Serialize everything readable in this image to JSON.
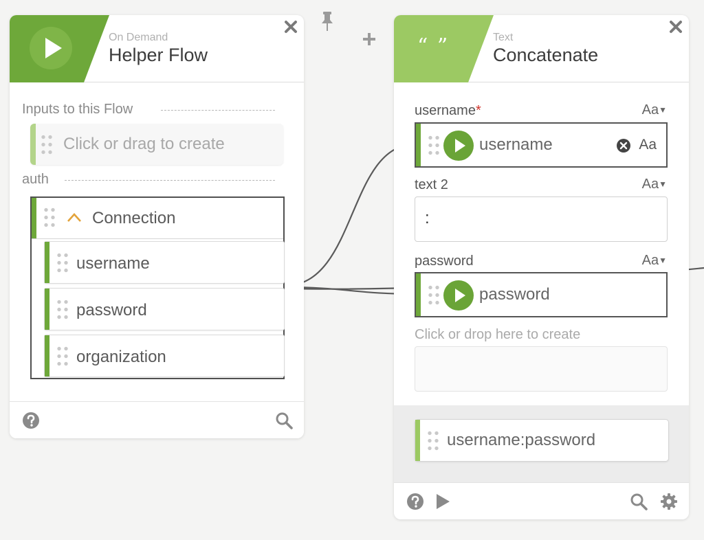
{
  "helper_flow": {
    "subtitle": "On Demand",
    "title": "Helper Flow",
    "inputs_label": "Inputs to this Flow",
    "create_placeholder": "Click or drag to create",
    "auth_label": "auth",
    "connection_label": "Connection",
    "fields": [
      "username",
      "password",
      "organization"
    ]
  },
  "concatenate": {
    "subtitle": "Text",
    "title": "Concatenate",
    "quote_glyph": "“ ”",
    "inputs": [
      {
        "label": "username",
        "required_mark": "*",
        "type_toggle": "Aa",
        "value": "username",
        "value_type": "Aa"
      },
      {
        "label": "text 2",
        "type_toggle": "Aa",
        "value": ":"
      },
      {
        "label": "password",
        "type_toggle": "Aa",
        "value": "password"
      }
    ],
    "drop_hint": "Click or drop here to create",
    "output": "username:password"
  },
  "colors": {
    "brand_green": "#6ea83a",
    "light_green": "#9cc963",
    "required": "#d0332b"
  },
  "icons": [
    "play-icon",
    "close-icon",
    "pin-icon",
    "plus-icon",
    "chevron-up-icon",
    "help-icon",
    "search-icon",
    "gear-icon",
    "clear-icon"
  ]
}
